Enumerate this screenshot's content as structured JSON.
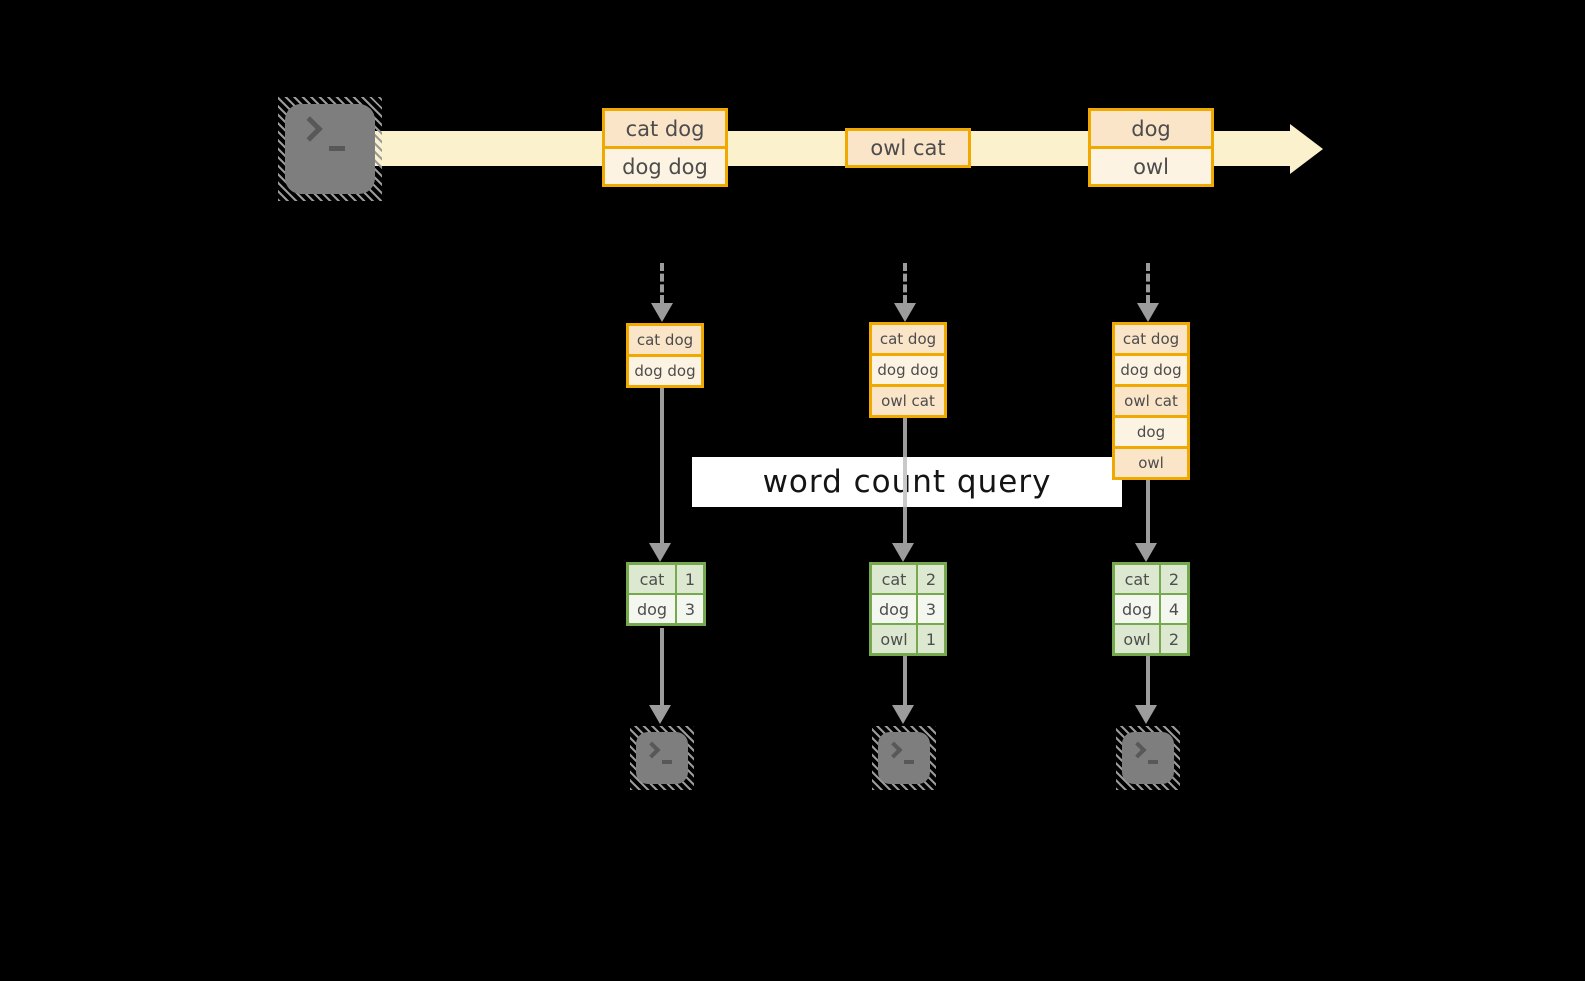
{
  "query": {
    "label": "word count query"
  },
  "source": {
    "icon": "terminal-icon"
  },
  "sinks": {
    "icon": "terminal-icon",
    "count": 3
  },
  "stream": {
    "events": [
      {
        "rows": [
          "cat dog",
          "dog dog"
        ]
      },
      {
        "rows": [
          "owl cat"
        ]
      },
      {
        "rows": [
          "dog",
          "owl"
        ]
      }
    ]
  },
  "columns": [
    {
      "buffer": [
        "cat dog",
        "dog dog"
      ],
      "counts": [
        {
          "word": "cat",
          "n": "1"
        },
        {
          "word": "dog",
          "n": "3"
        }
      ]
    },
    {
      "buffer": [
        "cat dog",
        "dog dog",
        "owl cat"
      ],
      "counts": [
        {
          "word": "cat",
          "n": "2"
        },
        {
          "word": "dog",
          "n": "3"
        },
        {
          "word": "owl",
          "n": "1"
        }
      ]
    },
    {
      "buffer": [
        "cat dog",
        "dog dog",
        "owl cat",
        "dog",
        "owl"
      ],
      "counts": [
        {
          "word": "cat",
          "n": "2"
        },
        {
          "word": "dog",
          "n": "4"
        },
        {
          "word": "owl",
          "n": "2"
        }
      ]
    }
  ],
  "colors": {
    "background": "#000000",
    "stream_band": "#FBF1CC",
    "record_border": "#EFA900",
    "record_fill_dark": "#FAE5C9",
    "record_fill_light": "#FDF3E3",
    "table_border": "#76A94E",
    "table_fill_dark": "#DCE9D0",
    "table_fill_light": "#F3F7F0",
    "arrow_gray": "#9C9C9C",
    "terminal_gray": "#7E7E7E",
    "query_label_bg": "#FFFFFF",
    "query_label_text": "#141414"
  }
}
